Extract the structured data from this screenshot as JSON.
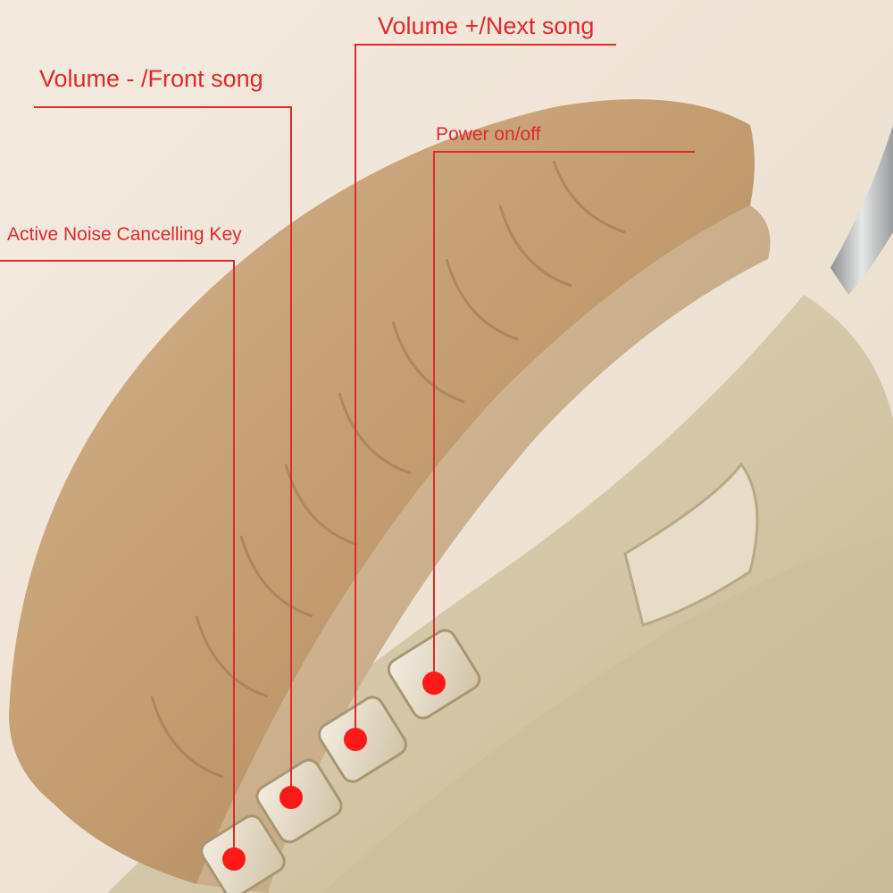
{
  "labels": {
    "volume_up": "Volume +/Next song",
    "volume_down": "Volume - /Front song",
    "power": "Power on/off",
    "anc": "Active Noise Cancelling Key"
  },
  "colors": {
    "background": "#f1e7da",
    "annotation": "#e02a2a",
    "earpad": "#c9a47a",
    "earcup": "#d9ccb0"
  }
}
